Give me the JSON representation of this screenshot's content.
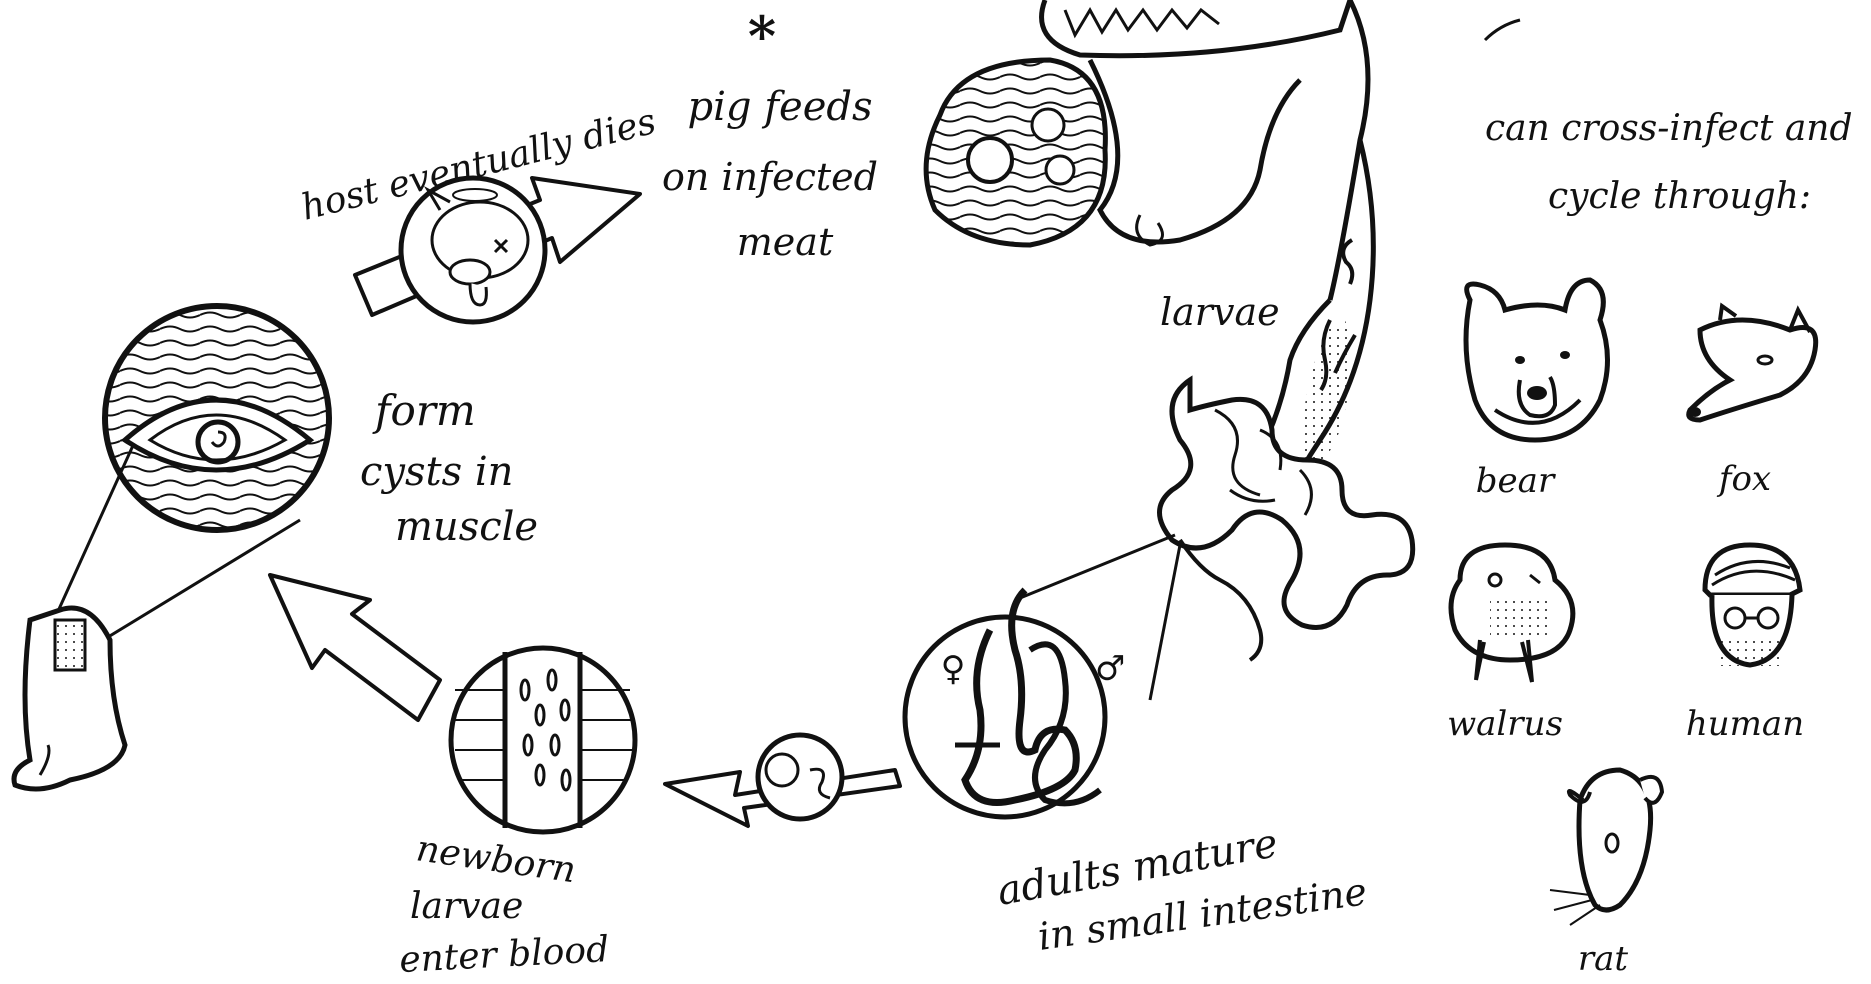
{
  "diagram": {
    "asterisk": "*",
    "labels": {
      "pig_feeds": [
        "pig feeds",
        "on infected",
        "meat"
      ],
      "host_dies": "host eventually dies",
      "form_cysts": [
        "form",
        "cysts in",
        "muscle"
      ],
      "larvae": "larvae",
      "adults_mature": [
        "adults mature",
        "in small intestine"
      ],
      "newborn_larvae": [
        "newborn",
        "larvae",
        "enter blood"
      ]
    },
    "symbols": {
      "female": "♀",
      "male": "♂"
    }
  },
  "cross_infect": {
    "heading": [
      "can cross-infect and",
      "cycle through:"
    ],
    "animals": [
      {
        "name": "bear",
        "icon": "bear-face-icon"
      },
      {
        "name": "fox",
        "icon": "fox-face-icon"
      },
      {
        "name": "walrus",
        "icon": "walrus-face-icon"
      },
      {
        "name": "human",
        "icon": "human-face-icon"
      },
      {
        "name": "rat",
        "icon": "rat-face-icon"
      }
    ]
  }
}
